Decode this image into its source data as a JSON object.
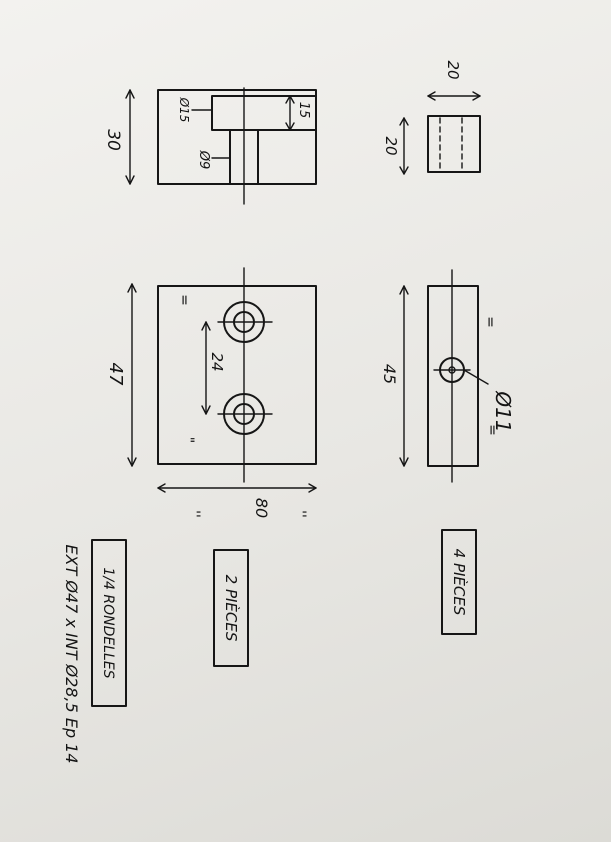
{
  "top_view": {
    "dim_height": "30",
    "dim_counterbore": "15",
    "label_counterbore_dia": "Ø15",
    "label_hole_dia": "Ø9"
  },
  "small_part": {
    "dim_top": "20",
    "dim_side": "20"
  },
  "plate": {
    "dim_length": "47",
    "dim_spacing": "24",
    "dim_width": "80",
    "equal_mark": "=",
    "equal_mark_alt": "\"",
    "equal_mark_half": "''"
  },
  "bar": {
    "dim_length": "45",
    "hole_dia": "Ø11",
    "equal_mark": "="
  },
  "notes": {
    "washers": "1/4 RONDELLES",
    "washers_spec": "EXT Ø47 x INT Ø28,5 Ep 14",
    "plate_qty": "2 PIÈCES",
    "bar_qty": "4 PIÈCES"
  }
}
